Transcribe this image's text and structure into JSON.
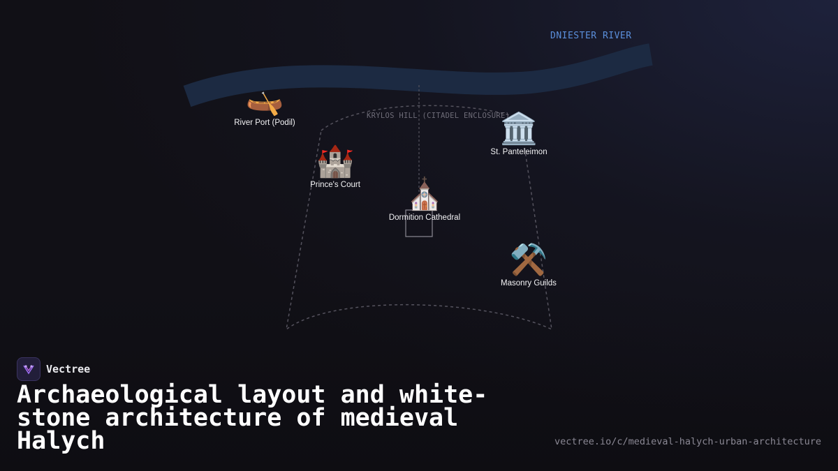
{
  "map": {
    "river_label": "DNIESTER RIVER",
    "hill_label": "KRYLOS HILL (CITADEL ENCLOSURE)",
    "colors": {
      "river": "#1c2a42",
      "river_label": "#5b8fdc",
      "background": "#111016"
    }
  },
  "sites": [
    {
      "icon": "canoe",
      "emoji": "🛶",
      "label": "River Port (Podil)"
    },
    {
      "icon": "castle",
      "emoji": "🏰",
      "label": "Prince's Court"
    },
    {
      "icon": "church",
      "emoji": "⛪",
      "label": "Dormition Cathedral"
    },
    {
      "icon": "classical-building",
      "emoji": "🏛️",
      "label": "St. Panteleimon"
    },
    {
      "icon": "hammer-and-pick",
      "emoji": "⚒️",
      "label": "Masonry Guilds"
    }
  ],
  "brand": {
    "name": "Vectree"
  },
  "title": "Archaeological layout and white-stone architecture of medieval Halych",
  "url": "vectree.io/c/medieval-halych-urban-architecture"
}
